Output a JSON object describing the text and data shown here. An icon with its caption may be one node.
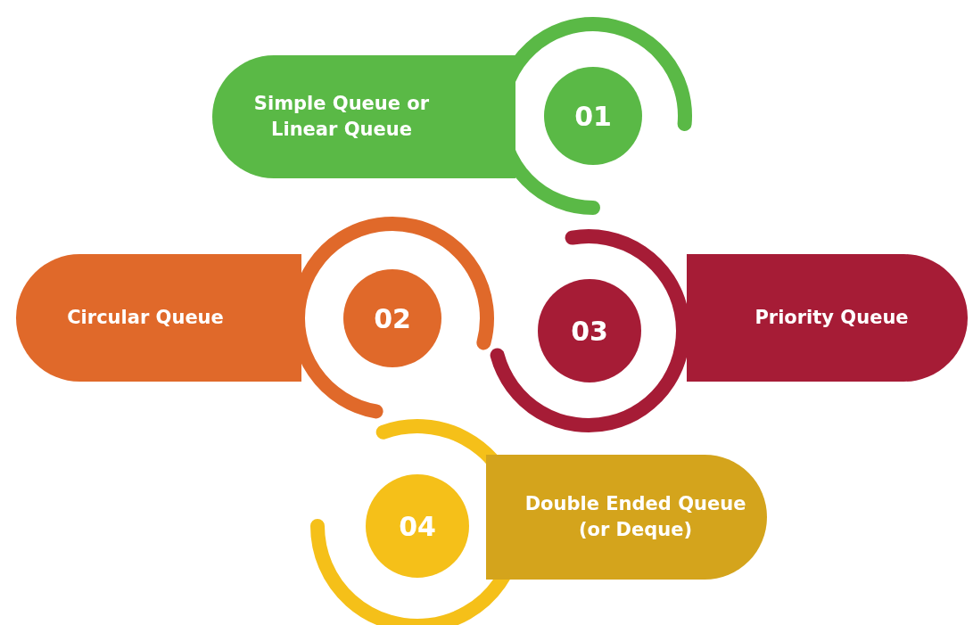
{
  "diagram": {
    "nodes": [
      {
        "text": [
          "Simple Queue or Linear Queue"
        ]
      },
      {
        "text": [
          "01"
        ]
      },
      {
        "text": [
          "Circular Queue"
        ]
      },
      {
        "text": [
          "02"
        ]
      },
      {
        "text": [
          "03"
        ]
      },
      {
        "text": [
          "Priority Queue"
        ]
      },
      {
        "text": [
          "04"
        ]
      },
      {
        "text": [
          "Double Ended Queue (or Deque)"
        ]
      }
    ]
  }
}
